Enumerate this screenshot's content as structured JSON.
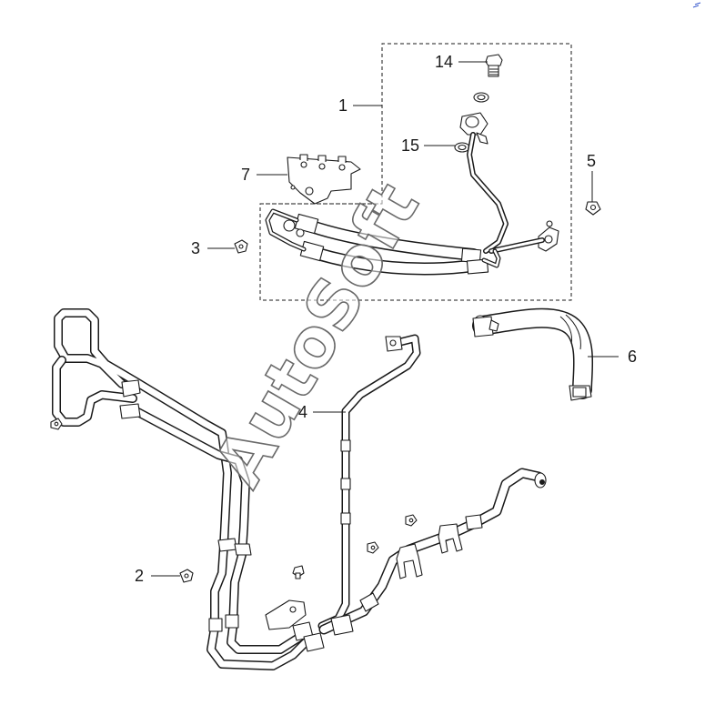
{
  "diagram": {
    "watermark_text": "AutoSoft",
    "callouts": [
      {
        "id": "1",
        "label": "1"
      },
      {
        "id": "2",
        "label": "2"
      },
      {
        "id": "3",
        "label": "3"
      },
      {
        "id": "4",
        "label": "4"
      },
      {
        "id": "5",
        "label": "5"
      },
      {
        "id": "6",
        "label": "6"
      },
      {
        "id": "7",
        "label": "7"
      },
      {
        "id": "14",
        "label": "14"
      },
      {
        "id": "15",
        "label": "15"
      }
    ]
  },
  "colors": {
    "line": "#1a1a1a",
    "background": "#ffffff",
    "watermark_outline": "#6a6a6a",
    "corner_mark": "#3355cc"
  }
}
